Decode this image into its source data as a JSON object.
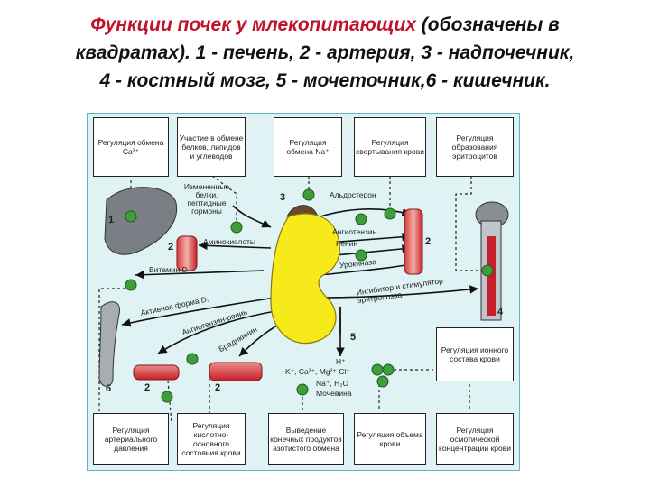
{
  "title": {
    "line1_red": "Функции почек у млекопитающих",
    "line1_black": " (обозначены в",
    "line2": "квадратах). 1 - печень, 2 - артерия, 3 - надпочечник,",
    "line3": "4 - костный мозг, 5 - мочеточник,6 - кишечник."
  },
  "boxes": {
    "top_ca": "Регуляция обмена Ca²⁺",
    "top_metab": "Участие в обмене белков, липидов и углеводов",
    "top_na": "Регуляция обмена Na⁺",
    "top_coag": "Регуляция свертывания крови",
    "top_ery": "Регуляция образования эритроцитов",
    "right_ion": "Регуляция ионного состава крови",
    "bot_bp": "Регуляция артериального давления",
    "bot_acid": "Регуляция кислотно-основного состояния крови",
    "bot_excr": "Выведение конечных продуктов азотистого обмена",
    "bot_vol": "Регуляция объема крови",
    "bot_osm": "Регуляция осмотической концентрации крови"
  },
  "labels": {
    "proteins": "Измененные белки, пептидные гормоны",
    "aminoacids": "Аминокислоты",
    "vitd": "Витамин D₃",
    "aldo": "Альдостерон",
    "angio": "Ангиотензин",
    "renin": "Ренин",
    "urokinase": "Урокиназа",
    "inhibitor": "Ингибитор и стимулятор эритропоэза",
    "active_d": "Активная форма D₃",
    "angiot_renin": "Ангиотензин-ренин",
    "bradykinin": "Брадикинин",
    "h_plus": "H⁺",
    "ions": "K⁺, Ca²⁺, Mg²⁺ Cl⁻",
    "na_h2o": "Na⁺, H₂O",
    "urea": "Мочевина"
  },
  "numbers": {
    "liver": "1",
    "artery_left": "2",
    "adrenal": "3",
    "artery_right": "2",
    "bone_marrow": "4",
    "ureter": "5",
    "intestine": "6",
    "artery_bottom1": "2",
    "artery_bottom2": "2"
  },
  "colors": {
    "title_red": "#c0122a",
    "panel_bg": "#dff3f4",
    "kidney": "#f6ea1a",
    "node_green": "#3f9e3a",
    "artery_red": "#c8202a",
    "organ_grey": "#7a7f86",
    "adrenal_brown": "#6b4a2a"
  }
}
